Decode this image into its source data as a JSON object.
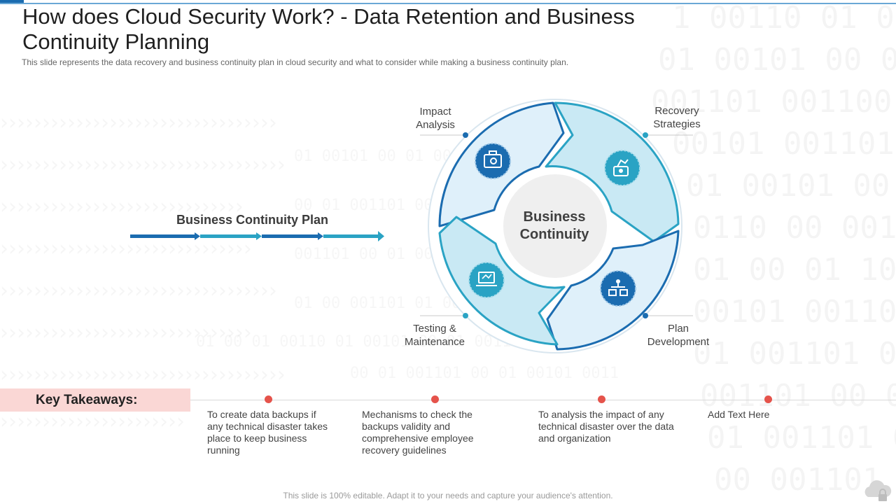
{
  "title": "How does Cloud Security Work? -  Data Retention and Business Continuity Planning",
  "subtitle": "This slide represents the data recovery  and business continuity plan in cloud security and what to consider while making a business continuity plan.",
  "bcp_label": "Business Continuity Plan",
  "center": {
    "line1": "Business",
    "line2": "Continuity"
  },
  "stages": [
    {
      "line1": "Impact",
      "line2": "Analysis",
      "icon": "briefcase-analysis-icon"
    },
    {
      "line1": "Recovery",
      "line2": "Strategies",
      "icon": "recovery-toolkit-icon"
    },
    {
      "line1": "Plan",
      "line2": "Development",
      "icon": "network-plan-icon"
    },
    {
      "line1": "Testing &",
      "line2": "Maintenance",
      "icon": "laptop-testing-icon"
    }
  ],
  "key_takeaways": {
    "label": "Key Takeaways:",
    "items": [
      "To create data backups if any  technical disaster takes place to keep business running",
      "Mechanisms to check the backups validity and comprehensive employee recovery guidelines",
      "To analysis the impact of any technical disaster over the data and organization",
      "Add Text Here"
    ]
  },
  "footer": "This slide is 100% editable. Adapt it to your needs and capture your audience's attention.",
  "colors": {
    "dark_blue": "#1b6cb0",
    "teal": "#2aa3c4",
    "light_fill": "#dff0fa",
    "takeaway_dot": "#e5534b",
    "takeaway_box": "#fad7d5"
  }
}
